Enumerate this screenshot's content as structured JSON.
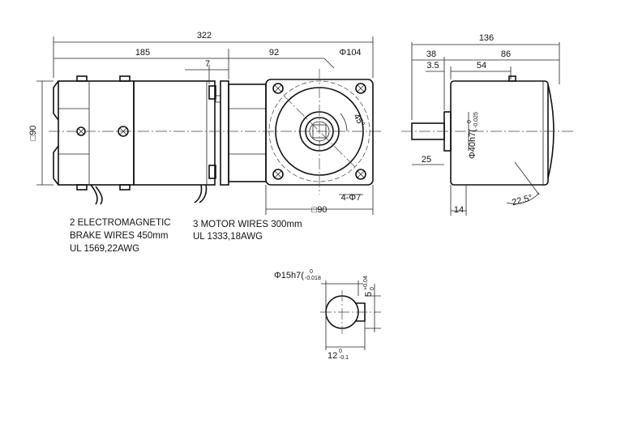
{
  "dimensions": {
    "overall_length": "322",
    "brake_length": "185",
    "spacer": "7",
    "motor_length": "92",
    "flange_dia": "Φ104",
    "square_side": "□90",
    "square_bottom": "□90",
    "angle": "45°",
    "holes": "4-Φ7",
    "gearhead_length": "136",
    "shaft_len_38": "38",
    "body_86": "86",
    "pilot_3_5": "3.5",
    "len_54": "54",
    "len_25": "25",
    "len_14": "14",
    "angle_22_5": "22.5°",
    "pilot_dia": "Φ40h7(",
    "pilot_tol_top": "0",
    "pilot_tol_bot": "-0.025",
    "shaft_dia": "Φ15h7(",
    "shaft_tol_top": "0",
    "shaft_tol_bot": "-0.018",
    "key_width": "5",
    "key_tol_top": "+0.04",
    "key_tol_bot": "0",
    "key_depth": "12",
    "key_depth_tol_top": "0",
    "key_depth_tol_bot": "-0.1"
  },
  "labels": {
    "brake_wires_1": "2 ELECTROMAGNETIC",
    "brake_wires_2": "BRAKE WIRES 450mm",
    "brake_wires_3": "UL 1569,22AWG",
    "motor_wires_1": "3 MOTOR WIRES 300mm",
    "motor_wires_2": "UL 1333,18AWG"
  },
  "icons": [
    "screw-head-icon",
    "mounting-hole-icon",
    "keyway-icon"
  ]
}
